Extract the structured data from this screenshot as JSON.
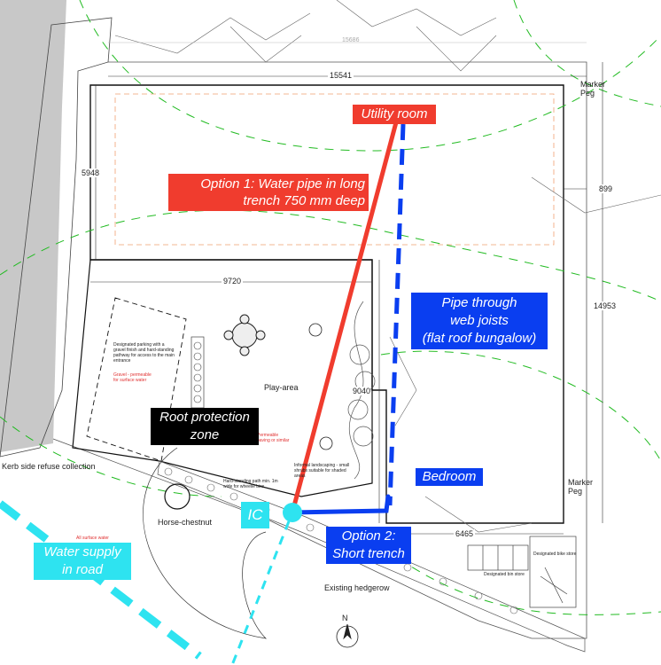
{
  "callouts": {
    "utility_room": "Utility room",
    "option1_line1": "Option 1: Water pipe in long",
    "option1_line2": "trench 750 mm deep",
    "pipe_line1": "Pipe through",
    "pipe_line2": "web joists",
    "pipe_line3": "(flat roof bungalow)",
    "root_line1": "Root protection",
    "root_line2": "zone",
    "bedroom": "Bedroom",
    "option2_line1": "Option 2:",
    "option2_line2": "Short trench",
    "ic": "IC",
    "water_line1": "Water supply",
    "water_line2": "in road"
  },
  "dimensions": {
    "top_faint": "15686",
    "top_width": "15541",
    "left_height": "5948",
    "inner_width": "9720",
    "right_offset": "899",
    "right_height": "14953",
    "inner_height": "9040",
    "bottom_width": "6465"
  },
  "labels": {
    "marker_peg_top_1": "Marker",
    "marker_peg_top_2": "Peg",
    "marker_peg_bottom_1": "Marker",
    "marker_peg_bottom_2": "Peg",
    "play_area": "Play-area",
    "kerb_side": "Kerb side refuse collection",
    "horse_chestnut": "Horse-chestnut",
    "existing_hedgerow": "Existing hedgerow",
    "north": "N",
    "parking_note": "Designated parking with a gravel finish and hard-standing pathway for access to the main entrance",
    "gravel_note": "Gravel - permeable for surface water",
    "permeable_paving": "Permeable paving or similar",
    "landscaping_note": "Informal landscaping - small shrubs suitable for shaded areas",
    "path_note": "Hard-standing path min. 1m wide for wheelie bins",
    "bike_store": "Designated bike store",
    "bin_store": "Designated bin store",
    "surface_water": "All surface water"
  },
  "colors": {
    "red_pipe": "#f03c2e",
    "blue_pipe": "#0a3ef0",
    "cyan_supply": "#2ee3f0",
    "root_zone": "#000000",
    "tree_canopy": "#22bb22",
    "setback_line": "#f0a070"
  }
}
